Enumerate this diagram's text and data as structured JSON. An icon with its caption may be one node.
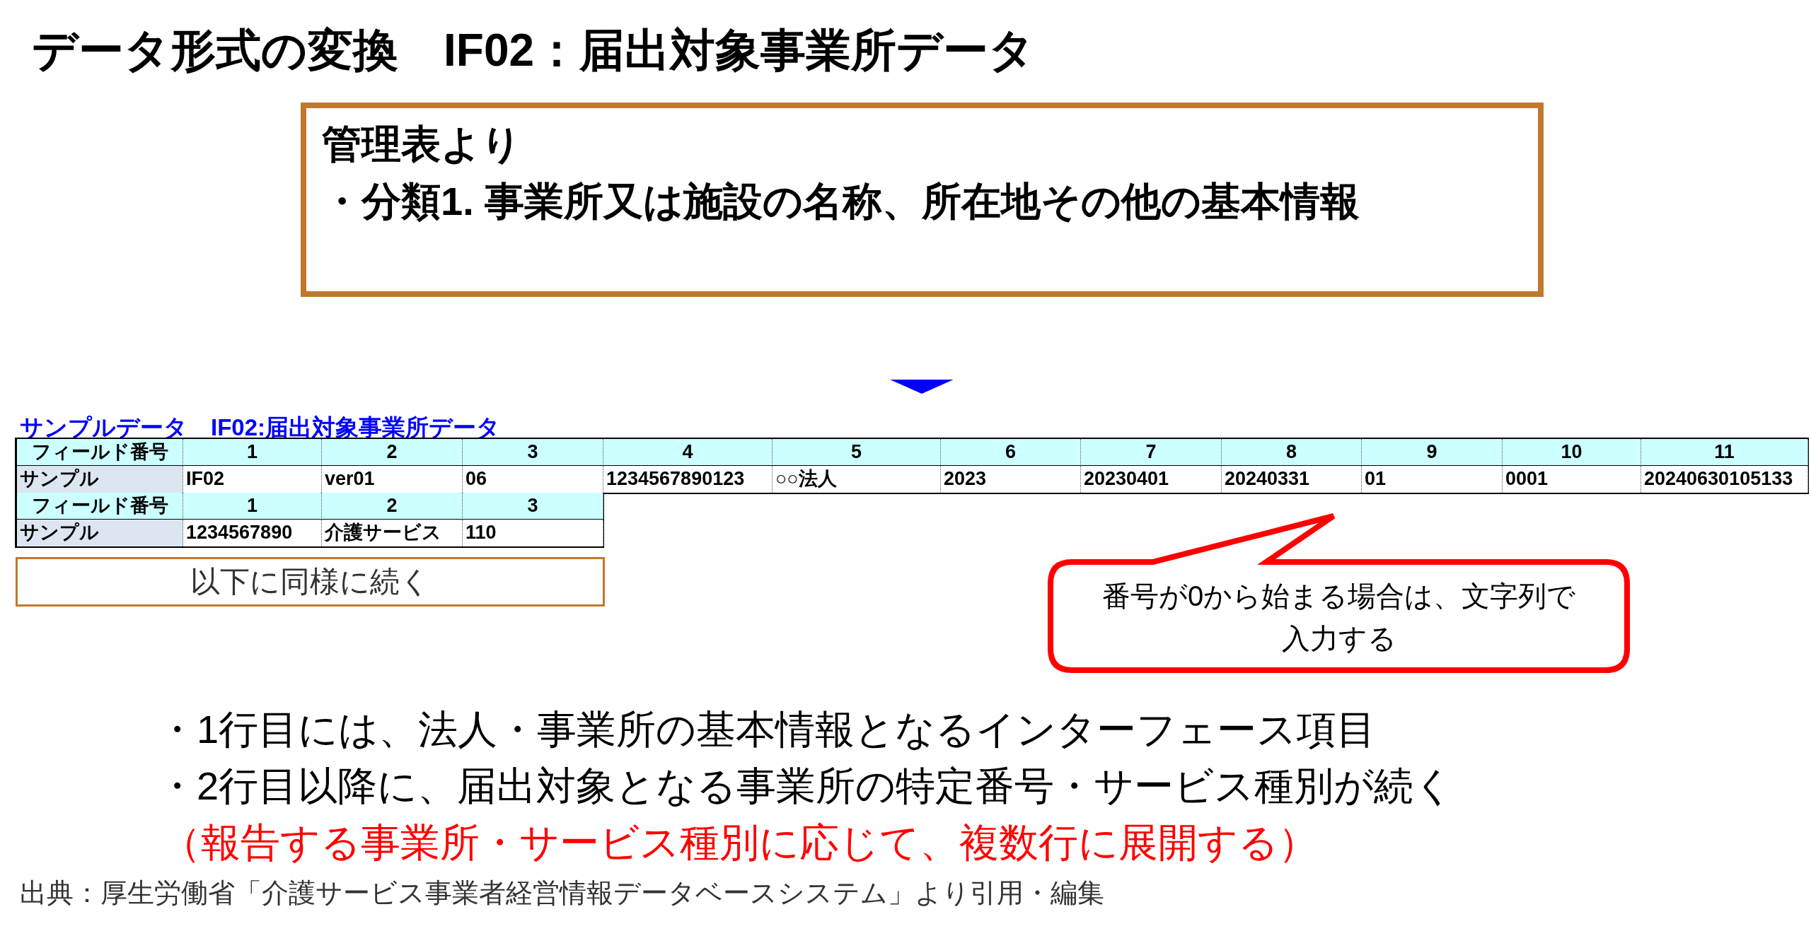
{
  "diagram": {
    "title": "データ形式の変換　IF02：届出対象事業所データ",
    "nodes": [
      {
        "text": [
          "管理表より",
          "・分類1. 事業所又は施設の名称、所在地その他の基本情報"
        ]
      },
      {
        "text": [
          "サンプルデータ　IF02:届出対象事業所データ"
        ]
      },
      {
        "text": [
          "以下に同様に続く"
        ]
      },
      {
        "text": [
          "番号が0から始まる場合は、文字列で入力する"
        ]
      }
    ],
    "edges": [
      {
        "from": 0,
        "to": 1,
        "arrow": "to",
        "color": "#0000ff"
      }
    ],
    "labels": [
      "フィールド番号",
      "1",
      "2",
      "3",
      "4",
      "5",
      "6",
      "7",
      "8",
      "9",
      "10",
      "11",
      "サンプル",
      "IF02",
      "ver01",
      "06",
      "1234567890123",
      "○○法人",
      "2023",
      "20230401",
      "20240331",
      "01",
      "0001",
      "20240630105133",
      "フィールド番号",
      "1",
      "2",
      "3",
      "サンプル",
      "1234567890",
      "介護サービス",
      "110",
      "・1行目には、法人・事業所の基本情報となるインターフェース項目",
      "・2行目以降に、届出対象となる事業所の特定番号・サービス種別が続く",
      "（報告する事業所・サービス種別に応じて、複数行に展開する）",
      "出典：厚生労働省「介護サービス事業者経営情報データベースシステム」より引用・編集"
    ]
  }
}
